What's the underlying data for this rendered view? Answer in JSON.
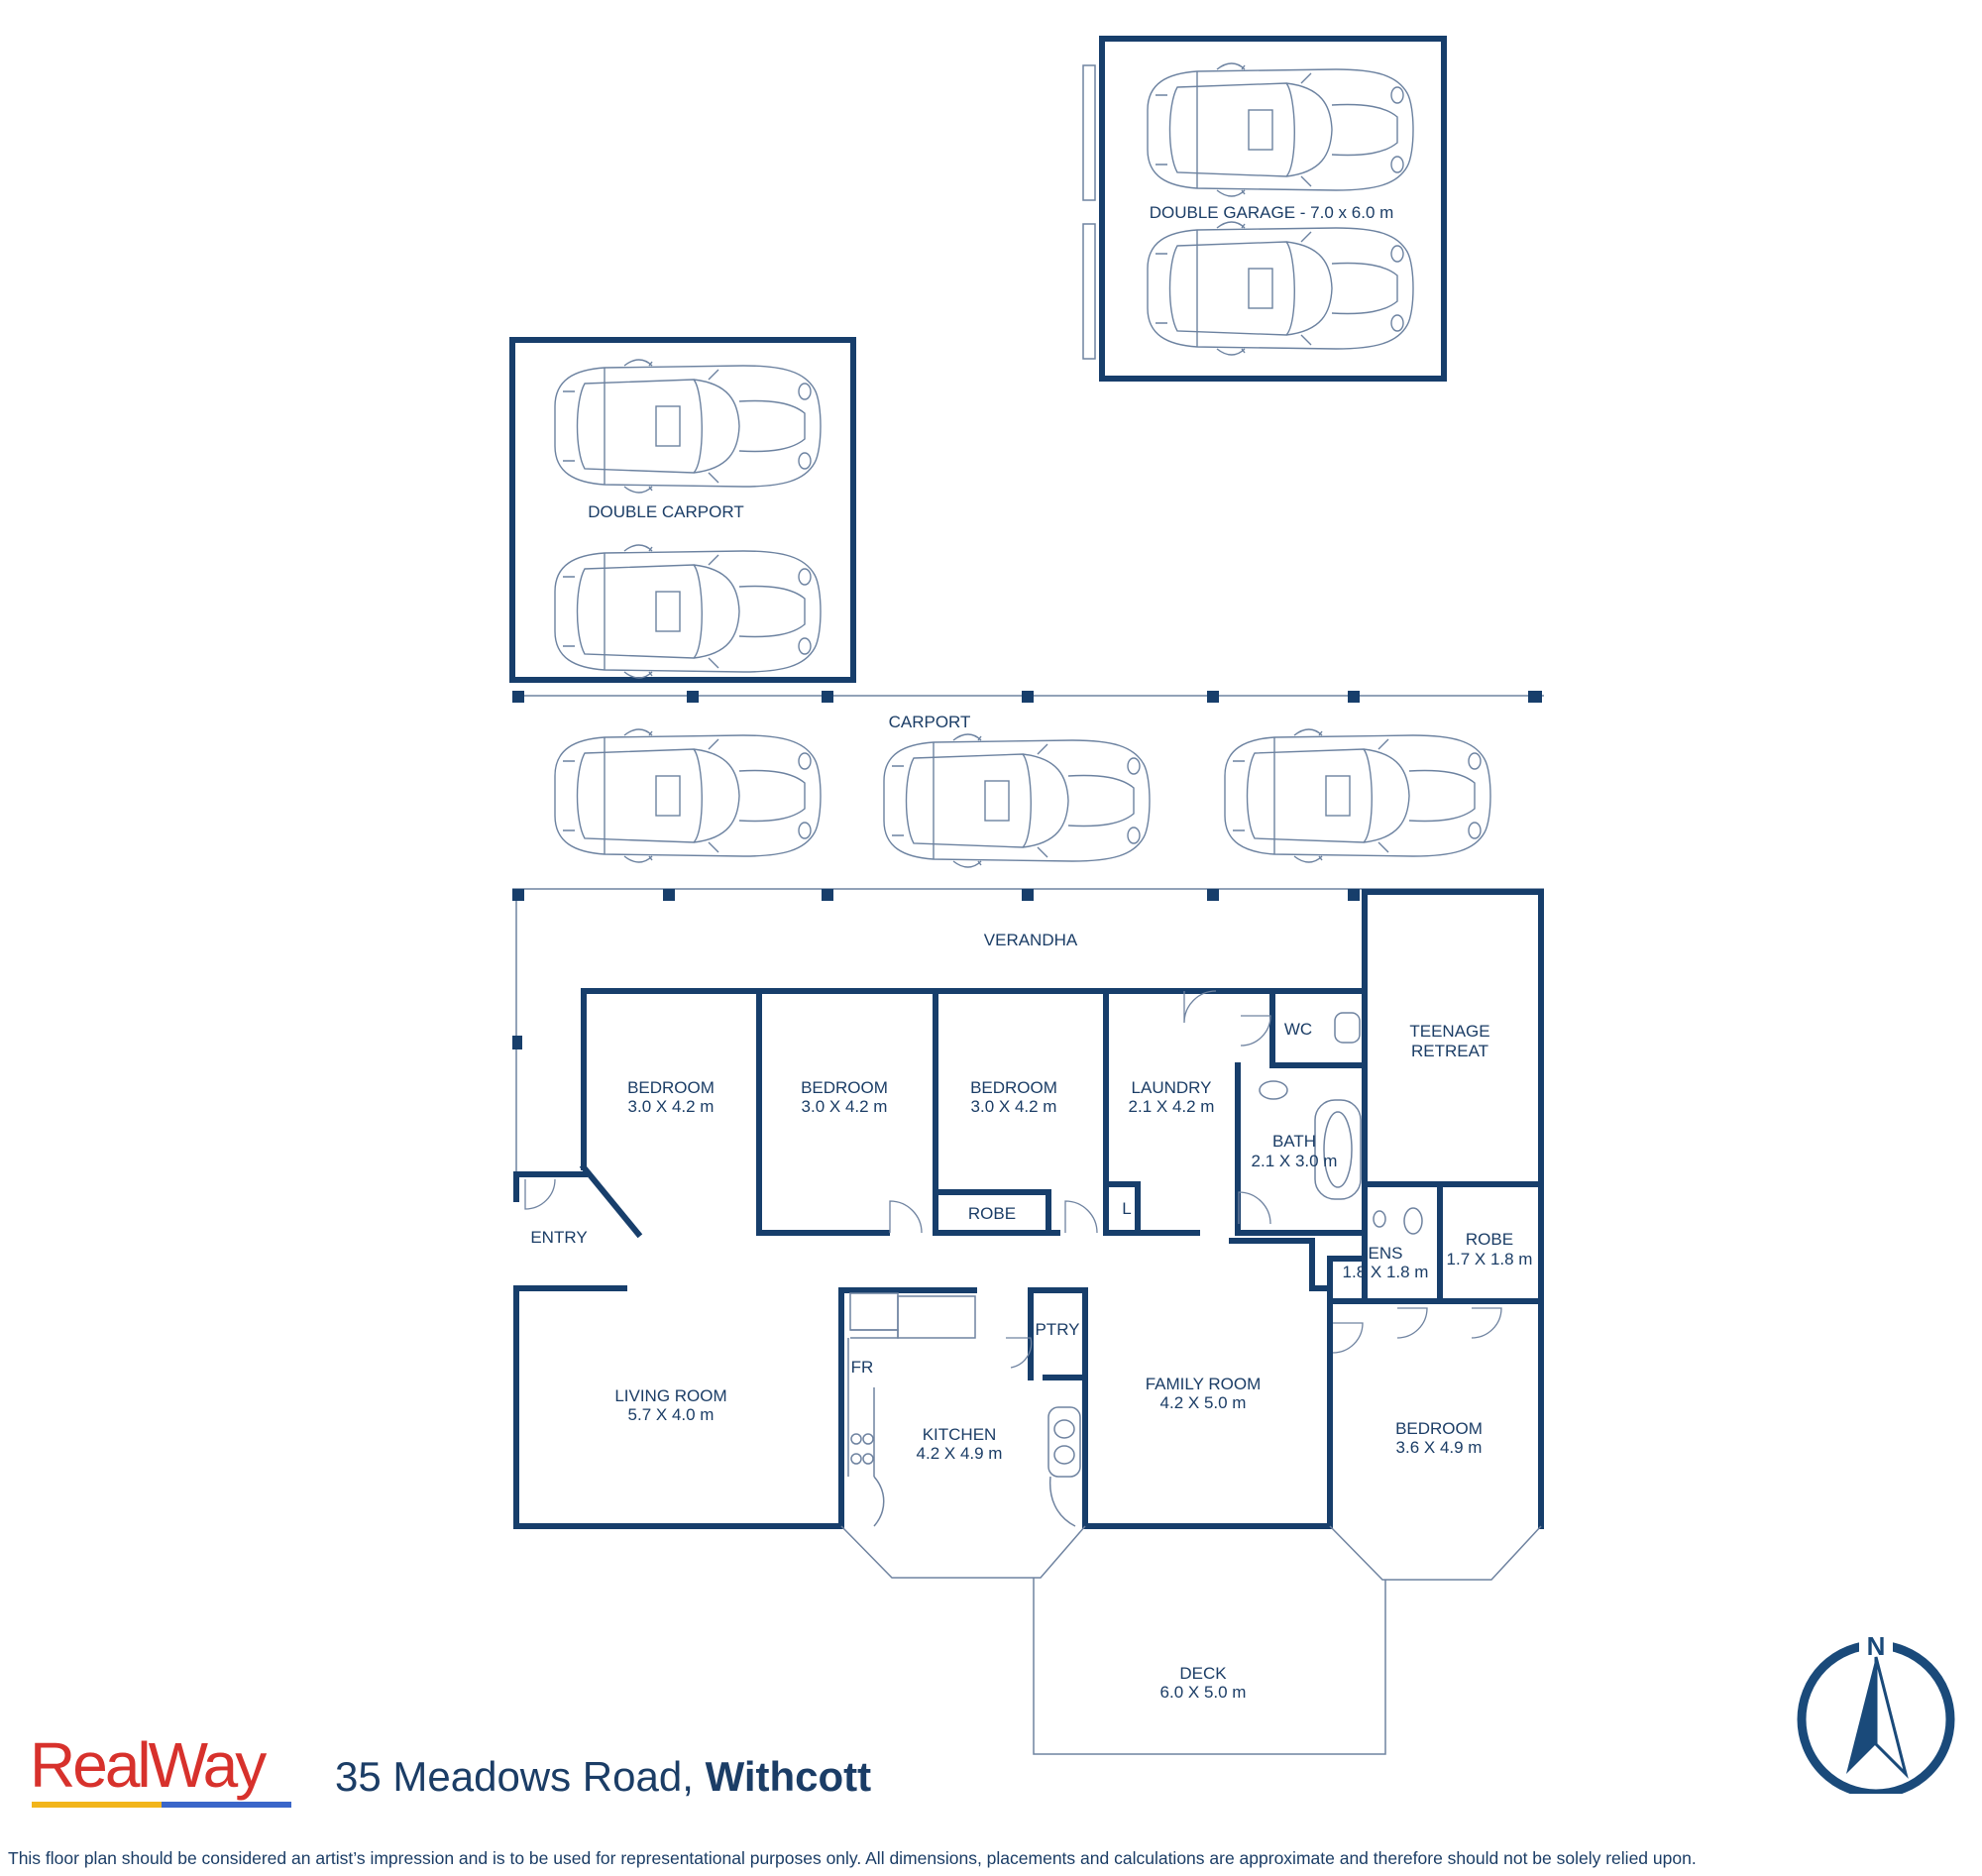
{
  "rooms": {
    "double_garage": "DOUBLE GARAGE - 7.0 x 6.0 m",
    "double_carport": "DOUBLE CARPORT",
    "carport": "CARPORT",
    "verandha": "VERANDHA",
    "bedroom1": {
      "name": "BEDROOM",
      "dims": "3.0 X 4.2 m"
    },
    "bedroom2": {
      "name": "BEDROOM",
      "dims": "3.0 X 4.2 m"
    },
    "bedroom3": {
      "name": "BEDROOM",
      "dims": "3.0 X 4.2 m"
    },
    "laundry": {
      "name": "LAUNDRY",
      "dims": "2.1 X 4.2 m"
    },
    "wc": "WC",
    "teenage_retreat": {
      "line1": "TEENAGE",
      "line2": "RETREAT"
    },
    "bath": {
      "name": "BATH",
      "dims": "2.1 X 3.0 m"
    },
    "robe_small": "ROBE",
    "laundry_l": "L",
    "entry": "ENTRY",
    "ens": {
      "name": "ENS",
      "dims": "1.8 X 1.8 m"
    },
    "robe2": {
      "name": "ROBE",
      "dims": "1.7 X 1.8 m"
    },
    "ptry": "PTRY",
    "fr": "FR",
    "living_room": {
      "name": "LIVING ROOM",
      "dims": "5.7 X 4.0 m"
    },
    "kitchen": {
      "name": "KITCHEN",
      "dims": "4.2 X 4.9 m"
    },
    "family_room": {
      "name": "FAMILY ROOM",
      "dims": "4.2 X 5.0 m"
    },
    "bedroom4": {
      "name": "BEDROOM",
      "dims": "3.6 X 4.9 m"
    },
    "deck": {
      "name": "DECK",
      "dims": "6.0 X 5.0 m"
    }
  },
  "compass": {
    "label": "N"
  },
  "brand": {
    "logo": "RealWay"
  },
  "address": {
    "street": "35 Meadows Road,",
    "suburb": "Withcott"
  },
  "disclaimer": "This floor plan should be considered an artist’s impression and is to be used for representational purposes only. All dimensions, placements and calculations are approximate and therefore should not be solely relied upon.",
  "colors": {
    "wall": "#173e6b",
    "text": "#1b3d66",
    "logo_red": "#d7312c",
    "logo_yellow": "#f2b51b",
    "logo_blue": "#3a66c9"
  }
}
